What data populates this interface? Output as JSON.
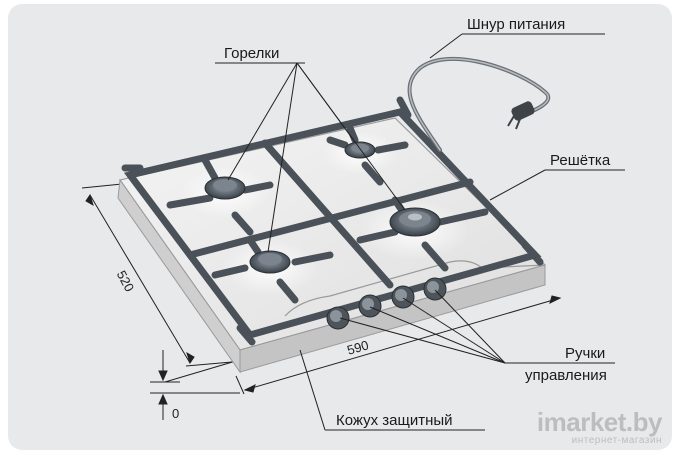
{
  "labels": {
    "burners": "Горелки",
    "power_cord": "Шнур питания",
    "grate": "Решётка",
    "knobs_line1": "Ручки",
    "knobs_line2": "управления",
    "casing": "Кожух защитный"
  },
  "dimensions": {
    "depth": "520",
    "width": "590",
    "height": "0"
  },
  "watermark": {
    "brand": "imarket.by",
    "tagline": "интернет-магазин"
  }
}
